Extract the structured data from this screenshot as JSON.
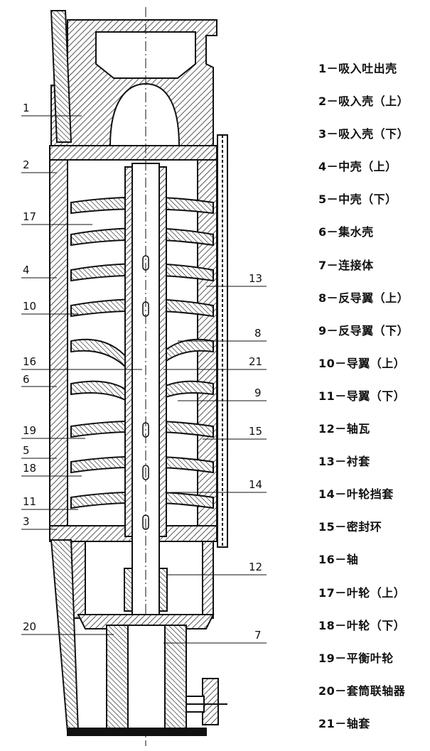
{
  "callouts": [
    {
      "id": "1",
      "label": "1"
    },
    {
      "id": "2",
      "label": "2"
    },
    {
      "id": "17",
      "label": "17"
    },
    {
      "id": "4",
      "label": "4"
    },
    {
      "id": "10",
      "label": "10"
    },
    {
      "id": "16",
      "label": "16"
    },
    {
      "id": "6",
      "label": "6"
    },
    {
      "id": "19",
      "label": "19"
    },
    {
      "id": "5",
      "label": "5"
    },
    {
      "id": "18",
      "label": "18"
    },
    {
      "id": "11",
      "label": "11"
    },
    {
      "id": "3",
      "label": "3"
    },
    {
      "id": "20",
      "label": "20"
    },
    {
      "id": "13",
      "label": "13"
    },
    {
      "id": "8",
      "label": "8"
    },
    {
      "id": "21",
      "label": "21"
    },
    {
      "id": "9",
      "label": "9"
    },
    {
      "id": "15",
      "label": "15"
    },
    {
      "id": "14",
      "label": "14"
    },
    {
      "id": "12",
      "label": "12"
    },
    {
      "id": "7",
      "label": "7"
    }
  ],
  "legend": [
    "1－吸入吐出壳",
    "2－吸入壳（上）",
    "3－吸入壳（下）",
    "4－中壳（上）",
    "5－中壳（下）",
    "6－集水壳",
    "7－连接体",
    "8－反导翼（上）",
    "9－反导翼（下）",
    "10－导翼（上）",
    "11－导翼（下）",
    "12－轴瓦",
    "13－衬套",
    "14－叶轮挡套",
    "15－密封环",
    "16－轴",
    "17－叶轮（上）",
    "18－叶轮（下）",
    "19－平衡叶轮",
    "20－套筒联轴器",
    "21－轴套"
  ]
}
